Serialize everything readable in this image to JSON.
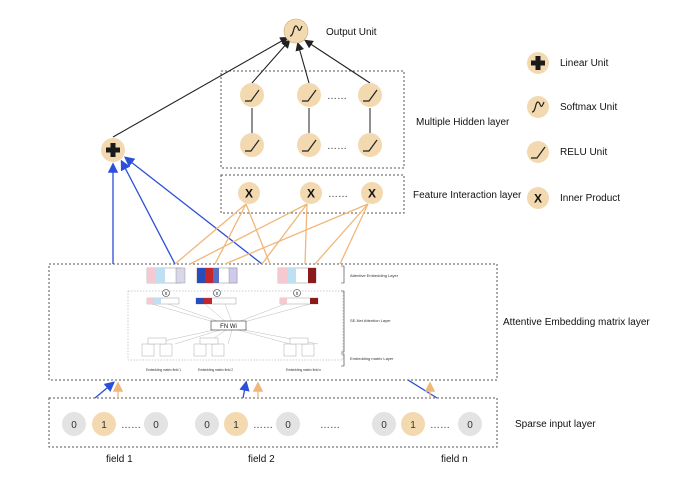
{
  "labels": {
    "output_unit": "Output Unit",
    "multiple_hidden_layer": "Multiple Hidden layer",
    "feature_interaction_layer": "Feature Interaction layer",
    "attentive_embedding_matrix_layer": "Attentive Embedding matrix layer",
    "sparse_input_layer": "Sparse input layer"
  },
  "legend": {
    "linear_unit": "Linear Unit",
    "softmax_unit": "Softmax Unit",
    "relu_unit": "RELU Unit",
    "inner_product": "Inner Product"
  },
  "inner_block": {
    "attentive_embedding_layer": "Attentive Embedding Layer",
    "se_net_attention_layer": "SE-Net Attention Layer",
    "embedding_matrix_layer": "Embedding matrix Layer",
    "fn_wi": "FN  Wi",
    "field1_label": "Embedding matrix field 1",
    "field2_label": "Embedding matrix field 2",
    "fieldn_label": "Embedding matrix field n"
  },
  "fields": {
    "field1": "field 1",
    "field2": "field 2",
    "fieldn": "field n",
    "zero": "0",
    "one": "1",
    "dots": "……",
    "hidden_dots": "……"
  },
  "colors": {
    "node_fill": "#f3d9b0",
    "input_gray": "#e3e3e3",
    "blue_line": "#2b4fd8",
    "orange_line": "#f0b77a"
  }
}
